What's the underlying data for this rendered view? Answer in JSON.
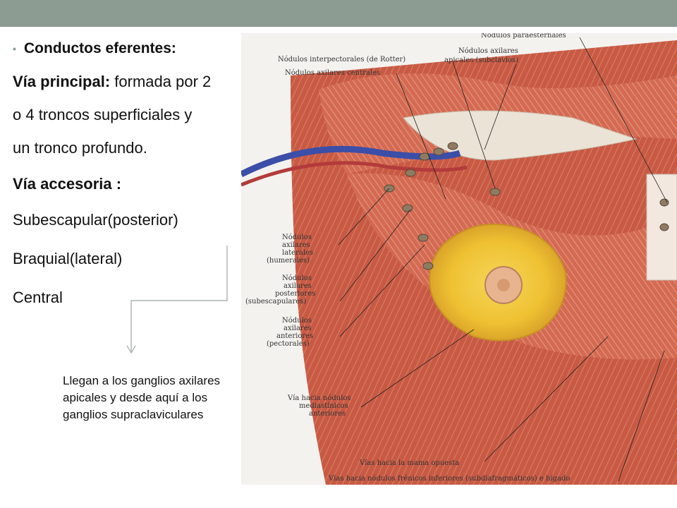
{
  "slide": {
    "bullet_title": "Conductos eferentes:",
    "via_principal_label": "Vía principal:",
    "via_principal_text_1": "formada por 2",
    "via_principal_text_2": "o 4 troncos superficiales y",
    "via_principal_text_3": "un tronco profundo.",
    "via_accesoria_label": "Vía accesoria :",
    "item_1": "Subescapular(posterior)",
    "item_2": "Braquial(lateral)",
    "item_3": "Central",
    "note": "Llegan a los ganglios axilares apicales y desde aquí a los ganglios supraclaviculares"
  },
  "colors": {
    "top_bar": "#8c9c93",
    "muscle": "#c9573f",
    "gland": "#f1c635",
    "vessel": "#3b4ea8"
  },
  "illustration": {
    "labels": {
      "paraesternales": "Nódulos paraesternales",
      "interpectorales": "Nódulos interpectorales (de Rotter)",
      "axilares_apicales_1": "Nódulos axilares",
      "axilares_apicales_2": "apicales (subclavios)",
      "axilares_centrales": "Nódulos axilares centrales",
      "laterales_1": "Nódulos",
      "laterales_2": "axilares",
      "laterales_3": "laterales",
      "laterales_4": "(humerales)",
      "posteriores_1": "Nódulos",
      "posteriores_2": "axilares",
      "posteriores_3": "posteriores",
      "posteriores_4": "(subescapulares)",
      "anteriores_1": "Nódulos",
      "anteriores_2": "axilares",
      "anteriores_3": "anteriores",
      "anteriores_4": "(pectorales)",
      "mediastinicos_1": "Vía hacia nódulos",
      "mediastinicos_2": "mediastínicos",
      "mediastinicos_3": "anteriores",
      "mama_opuesta": "Vías hacia la mama opuesta",
      "frenicos": "Vías hacia nódulos frénicos inferiores (subdiafragmáticos) e hígado"
    }
  }
}
